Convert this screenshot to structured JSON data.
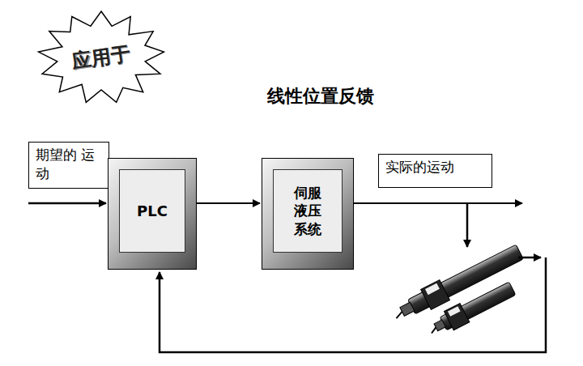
{
  "diagram": {
    "title": "线性位置反馈",
    "nodes": [
      {
        "text": [
          "应用于"
        ]
      },
      {
        "text": [
          "期望的 运动"
        ]
      },
      {
        "text": [
          "PLC"
        ]
      },
      {
        "text": [
          "伺服 液压 系统"
        ]
      },
      {
        "text": [
          "实际的运动"
        ]
      }
    ],
    "edges": [
      {
        "from": 2,
        "to": 3,
        "arrow": "to"
      }
    ]
  }
}
